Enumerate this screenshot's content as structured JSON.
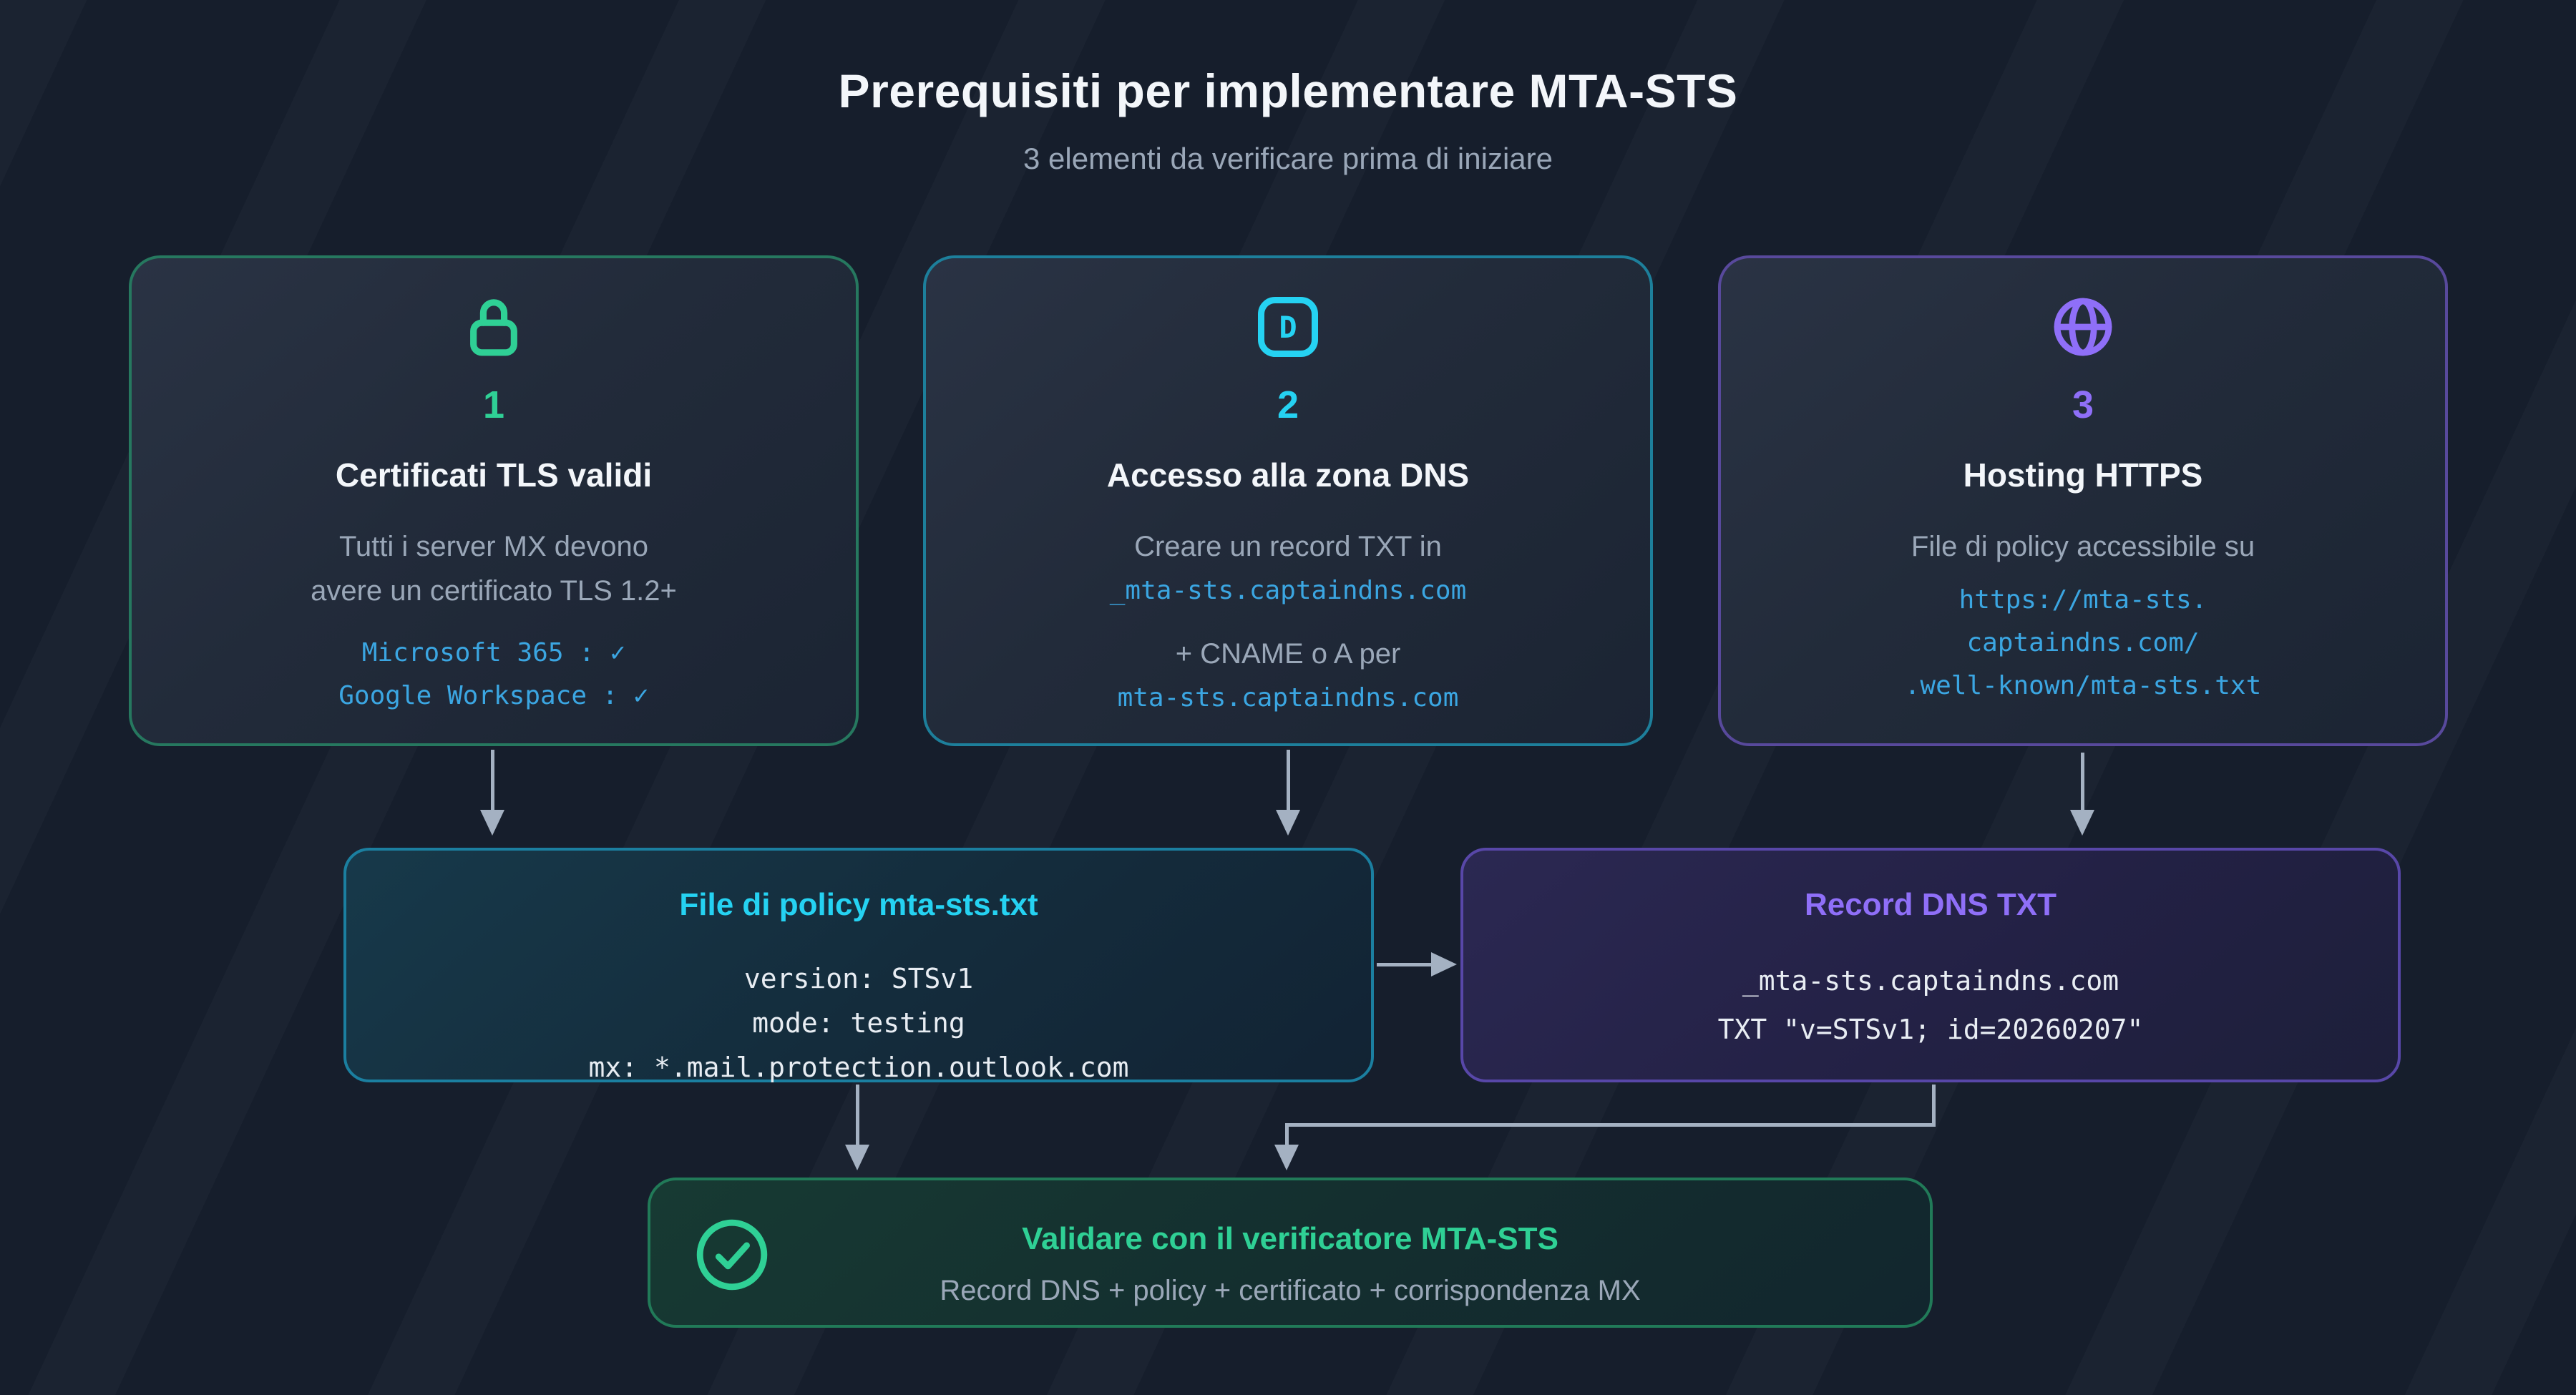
{
  "header": {
    "title": "Prerequisiti per implementare MTA-STS",
    "subtitle": "3 elementi da verificare prima di iniziare"
  },
  "colors": {
    "background": "#161e2c",
    "accent_green": "#2fd095",
    "accent_cyan": "#25d2f2",
    "accent_purple": "#8f6ff8",
    "link_blue": "#3ba6e2",
    "text_primary": "#f3f6fa",
    "text_secondary": "#9aa7b8",
    "arrow": "#a4b1c2"
  },
  "cards": [
    {
      "icon": "lock-icon",
      "number": "1",
      "title": "Certificati TLS validi",
      "description_lines": [
        "Tutti i server MX devono",
        "avere un certificato TLS 1.2+"
      ],
      "mono_lines": [
        "Microsoft 365 : ✓",
        "Google Workspace : ✓"
      ]
    },
    {
      "icon": "dns-letter-icon",
      "icon_letter": "D",
      "number": "2",
      "title": "Accesso alla zona DNS",
      "description_lines": [
        "Creare un record TXT in"
      ],
      "mono_lines": [
        "_mta-sts.captaindns.com"
      ],
      "description_lines_2": [
        "+ CNAME o A per"
      ],
      "mono_lines_2": [
        "mta-sts.captaindns.com"
      ]
    },
    {
      "icon": "globe-icon",
      "number": "3",
      "title": "Hosting HTTPS",
      "description_lines": [
        "File di policy accessibile su"
      ],
      "mono_lines": [
        "https://mta-sts.",
        "captaindns.com/",
        ".well-known/mta-sts.txt"
      ]
    }
  ],
  "policy_box": {
    "title": "File di policy mta-sts.txt",
    "lines": [
      "version: STSv1",
      "mode: testing",
      "mx: *.mail.protection.outlook.com"
    ]
  },
  "dns_box": {
    "title": "Record DNS TXT",
    "lines": [
      "_mta-sts.captaindns.com",
      "TXT \"v=STSv1; id=20260207\""
    ]
  },
  "validation": {
    "icon": "check-circle-icon",
    "title": "Validare con il verificatore MTA-STS",
    "subtitle": "Record DNS + policy + certificato + corrispondenza MX"
  }
}
